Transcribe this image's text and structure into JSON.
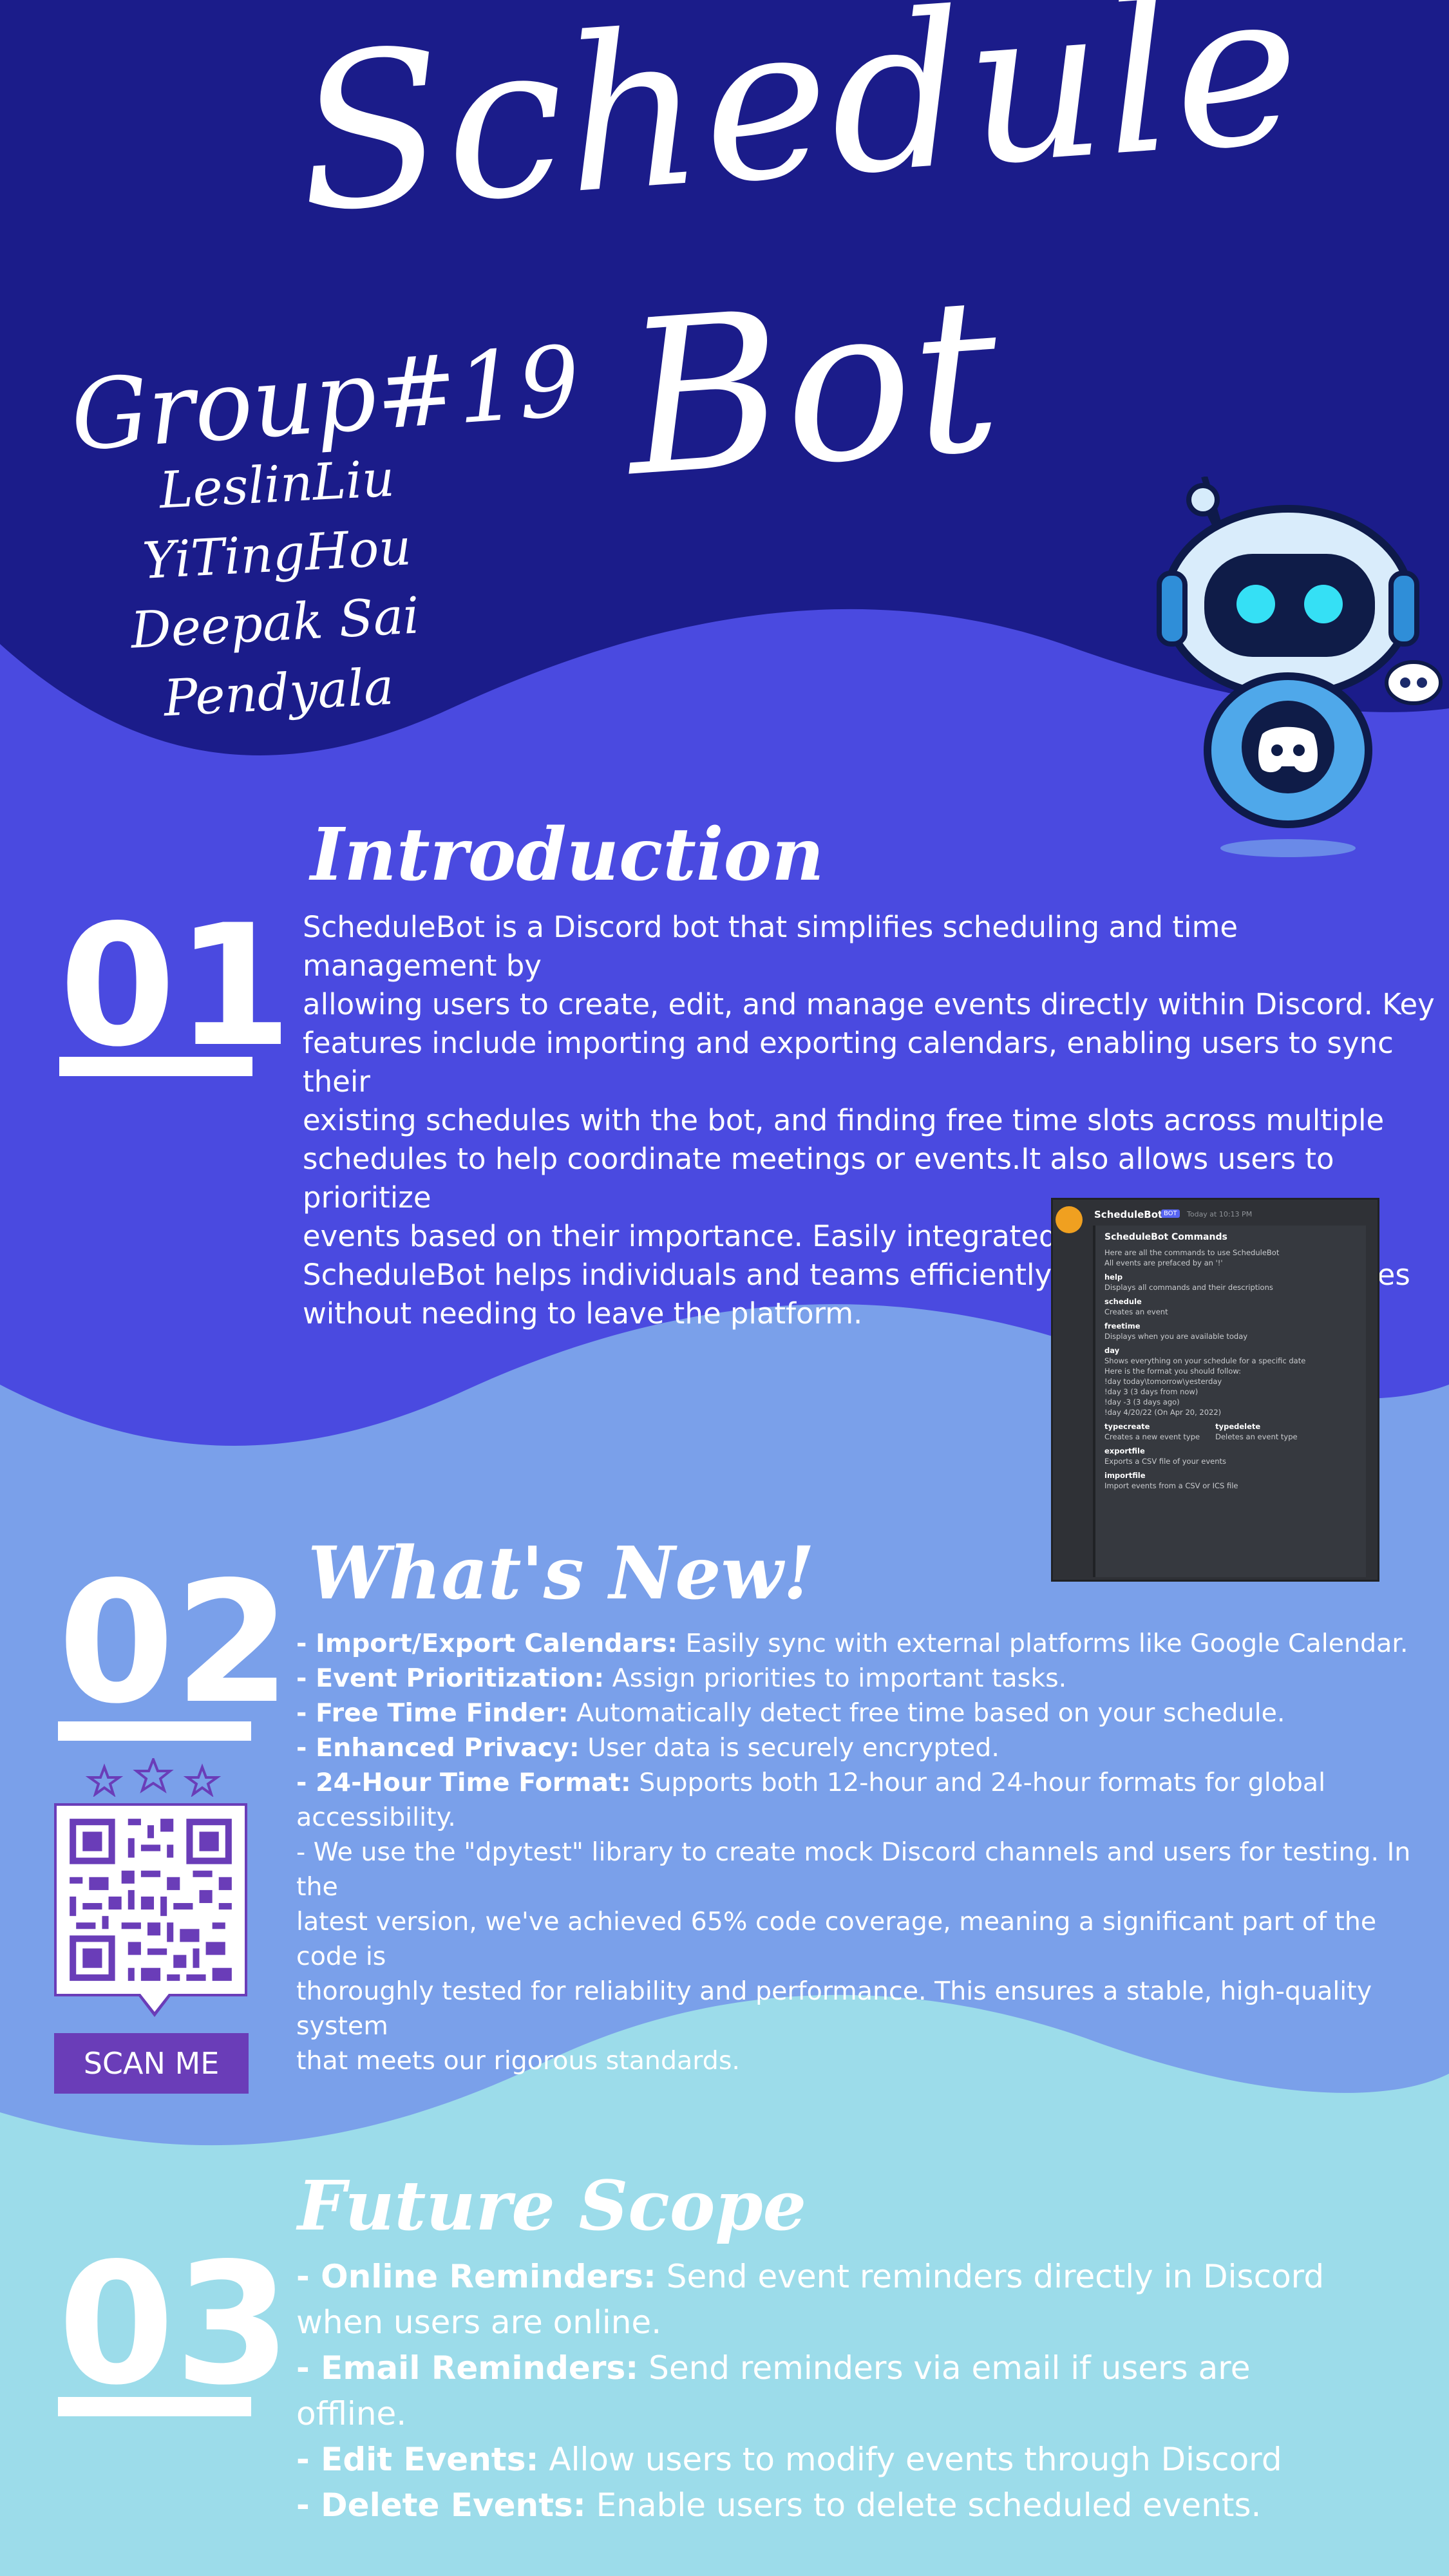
{
  "header": {
    "title_line1": "Schedule",
    "title_line2": "Bot",
    "group": {
      "title": "Group#19",
      "members": [
        "LeslinLiu",
        "YiTingHou",
        "Deepak Sai Pendyala"
      ]
    }
  },
  "sections": {
    "intro": {
      "number": "01",
      "title": "Introduction",
      "lines": [
        "ScheduleBot is a Discord bot that simplifies scheduling and time management by",
        "allowing users to create, edit, and manage events directly within Discord. Key",
        "features include importing and exporting calendars, enabling users to sync their",
        "existing schedules with the bot, and finding free time slots across multiple",
        "schedules to help coordinate meetings or events.It also allows users to prioritize",
        "events based on their importance. Easily integrated into Discord servers,",
        "ScheduleBot helps individuals and teams efficiently manage their schedules",
        "without needing to leave the platform."
      ]
    },
    "whats_new": {
      "number": "02",
      "title": "What's New!",
      "items": [
        {
          "label": "- Import/Export Calendars:",
          "text": " Easily sync with external platforms like Google Calendar."
        },
        {
          "label": "- Event Prioritization:",
          "text": " Assign priorities to important tasks."
        },
        {
          "label": "- Free Time Finder:",
          "text": " Automatically detect free time based on your schedule."
        },
        {
          "label": "- Enhanced Privacy:",
          "text": " User data is securely encrypted."
        },
        {
          "label": "- 24-Hour Time Format:",
          "text": " Supports both 12-hour and 24-hour formats for global accessibility."
        }
      ],
      "testing_lines": [
        "- We use the \"dpytest\" library to create mock Discord channels and users for testing. In the",
        "latest version, we've achieved 65% code coverage, meaning a significant part of the code is",
        "thoroughly tested for reliability and performance. This ensures a stable, high-quality system",
        "that meets our rigorous standards."
      ],
      "scan_label": "SCAN ME"
    },
    "future": {
      "number": "03",
      "title": "Future Scope",
      "items": [
        {
          "label": "- Online Reminders:",
          "text": " Send event reminders directly in Discord",
          "cont": "when users are online."
        },
        {
          "label": "- Email Reminders:",
          "text": " Send reminders via email if users are",
          "cont": "offline."
        },
        {
          "label": "- Edit Events:",
          "text": " Allow users to modify events through Discord",
          "cont": ""
        },
        {
          "label": "- Delete Events:",
          "text": " Enable users to delete scheduled events.",
          "cont": ""
        }
      ]
    }
  },
  "discord_commands": {
    "bot_name": "ScheduleBot",
    "bot_tag": "BOT",
    "timestamp": "Today at 10:13 PM",
    "embed_title": "ScheduleBot Commands",
    "intro_lines": [
      "Here are all the commands to use ScheduleBot",
      "All events are prefaced by an '!'"
    ],
    "commands": [
      {
        "name": "help",
        "desc": [
          "Displays all commands and their descriptions"
        ]
      },
      {
        "name": "schedule",
        "desc": [
          "Creates an event"
        ]
      },
      {
        "name": "freetime",
        "desc": [
          "Displays when you are available today"
        ]
      },
      {
        "name": "day",
        "desc": [
          "Shows everything on your schedule for a specific date",
          "Here is the format you should follow:",
          "!day today\\tomorrow\\yesterday",
          "!day 3 (3 days from now)",
          "!day -3 (3 days ago)",
          "!day 4/20/22 (On Apr 20, 2022)"
        ]
      }
    ],
    "paired": [
      {
        "name": "typecreate",
        "desc": "Creates a new event type"
      },
      {
        "name": "typedelete",
        "desc": "Deletes an event type"
      }
    ],
    "tail_commands": [
      {
        "name": "exportfile",
        "desc": "Exports a CSV file of your events"
      },
      {
        "name": "importfile",
        "desc": "Import events from a CSV or ICS file"
      }
    ]
  },
  "colors": {
    "top_bg": "#1b1c8a",
    "band_purple": "#4a4ae0",
    "band_periwinkle": "#7aa0ea",
    "band_aqua": "#9cdcea",
    "accent_violet": "#6a3db8"
  },
  "icons": [
    "robot-mascot-icon",
    "discord-logo-icon",
    "qr-code-icon",
    "star-icon"
  ]
}
